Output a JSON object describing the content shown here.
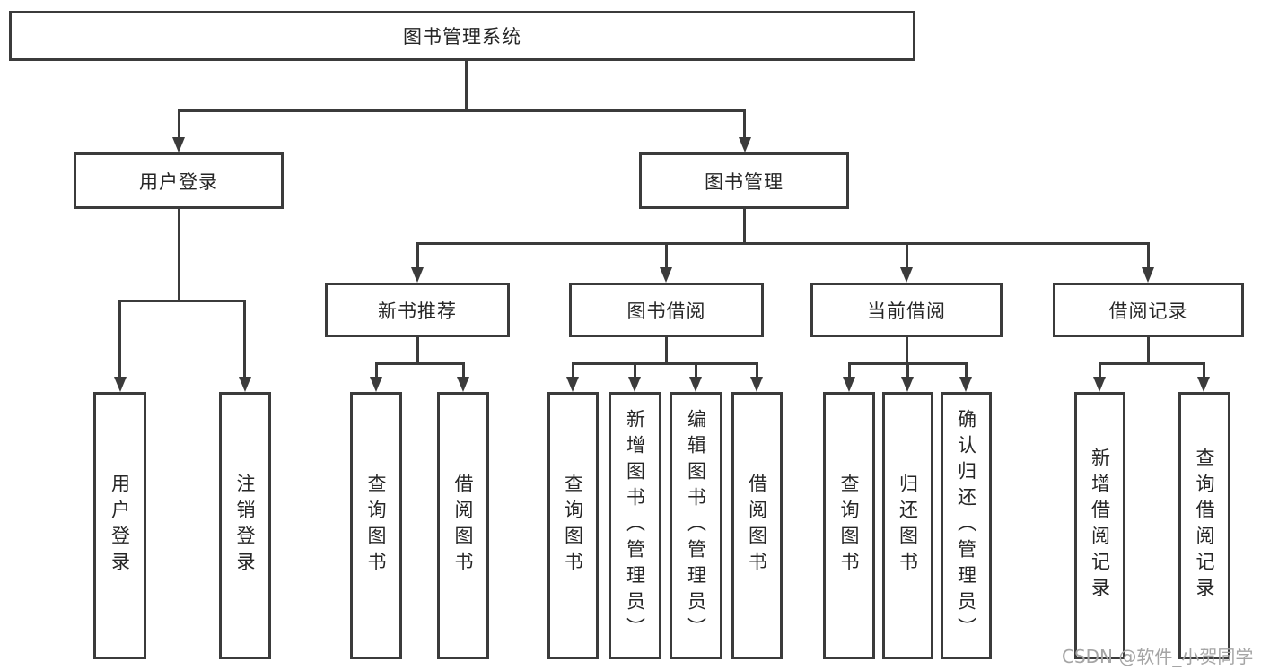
{
  "diagram": {
    "root": "图书管理系统",
    "branches": {
      "user_login": "用户登录",
      "book_management": "图书管理"
    },
    "modules": {
      "new_book_recommend": "新书推荐",
      "book_borrowing": "图书借阅",
      "current_borrowing": "当前借阅",
      "borrowing_records": "借阅记录"
    },
    "leaves": {
      "user_login": "用户登录",
      "logout": "注销登录",
      "query_books_recommend": "查询图书",
      "borrow_books_recommend": "借阅图书",
      "query_books_borrowing": "查询图书",
      "add_book_admin": "新增图书（管理员）",
      "edit_book_admin": "编辑图书（管理员）",
      "borrow_books_borrowing": "借阅图书",
      "query_books_current": "查询图书",
      "return_books": "归还图书",
      "confirm_return_admin": "确认归还（管理员）",
      "add_borrow_record": "新增借阅记录",
      "query_borrow_record": "查询借阅记录"
    }
  },
  "watermark": "CSDN @软件_小贺同学",
  "colors": {
    "line": "#3b3b3b",
    "text": "#262626",
    "watermark": "#a5a5a5",
    "background": "#ffffff"
  }
}
